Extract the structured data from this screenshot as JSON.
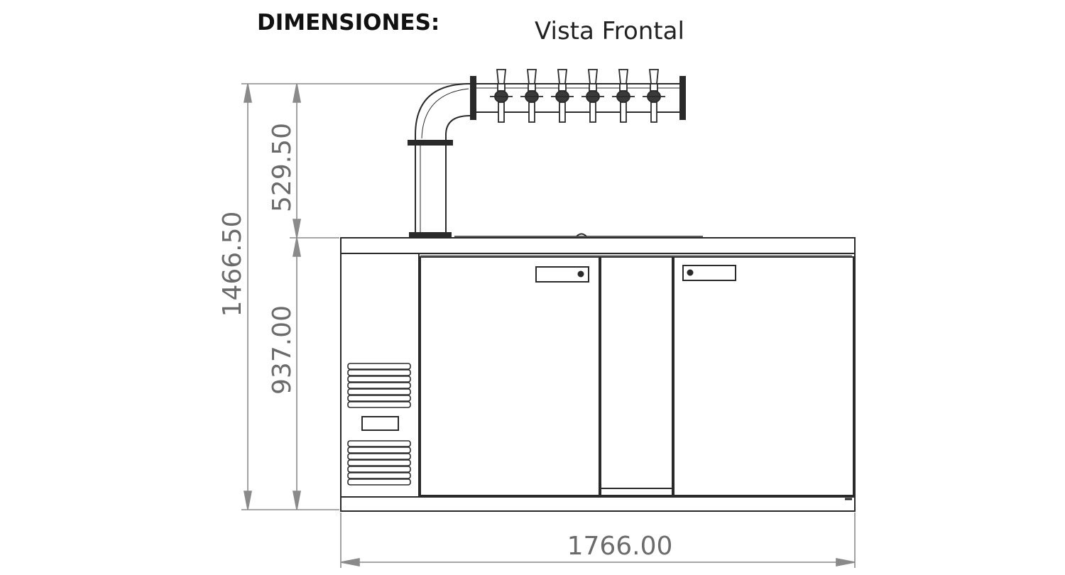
{
  "header": {
    "heading": "DIMENSIONES:",
    "view_title": "Vista Frontal"
  },
  "dimensions": {
    "total_height": "1466.50",
    "tower_height": "529.50",
    "cabinet_height": "937.00",
    "width": "1766.00"
  },
  "colors": {
    "line": "#2a2a2a",
    "dimension": "#8a8a8a",
    "background": "#ffffff"
  }
}
